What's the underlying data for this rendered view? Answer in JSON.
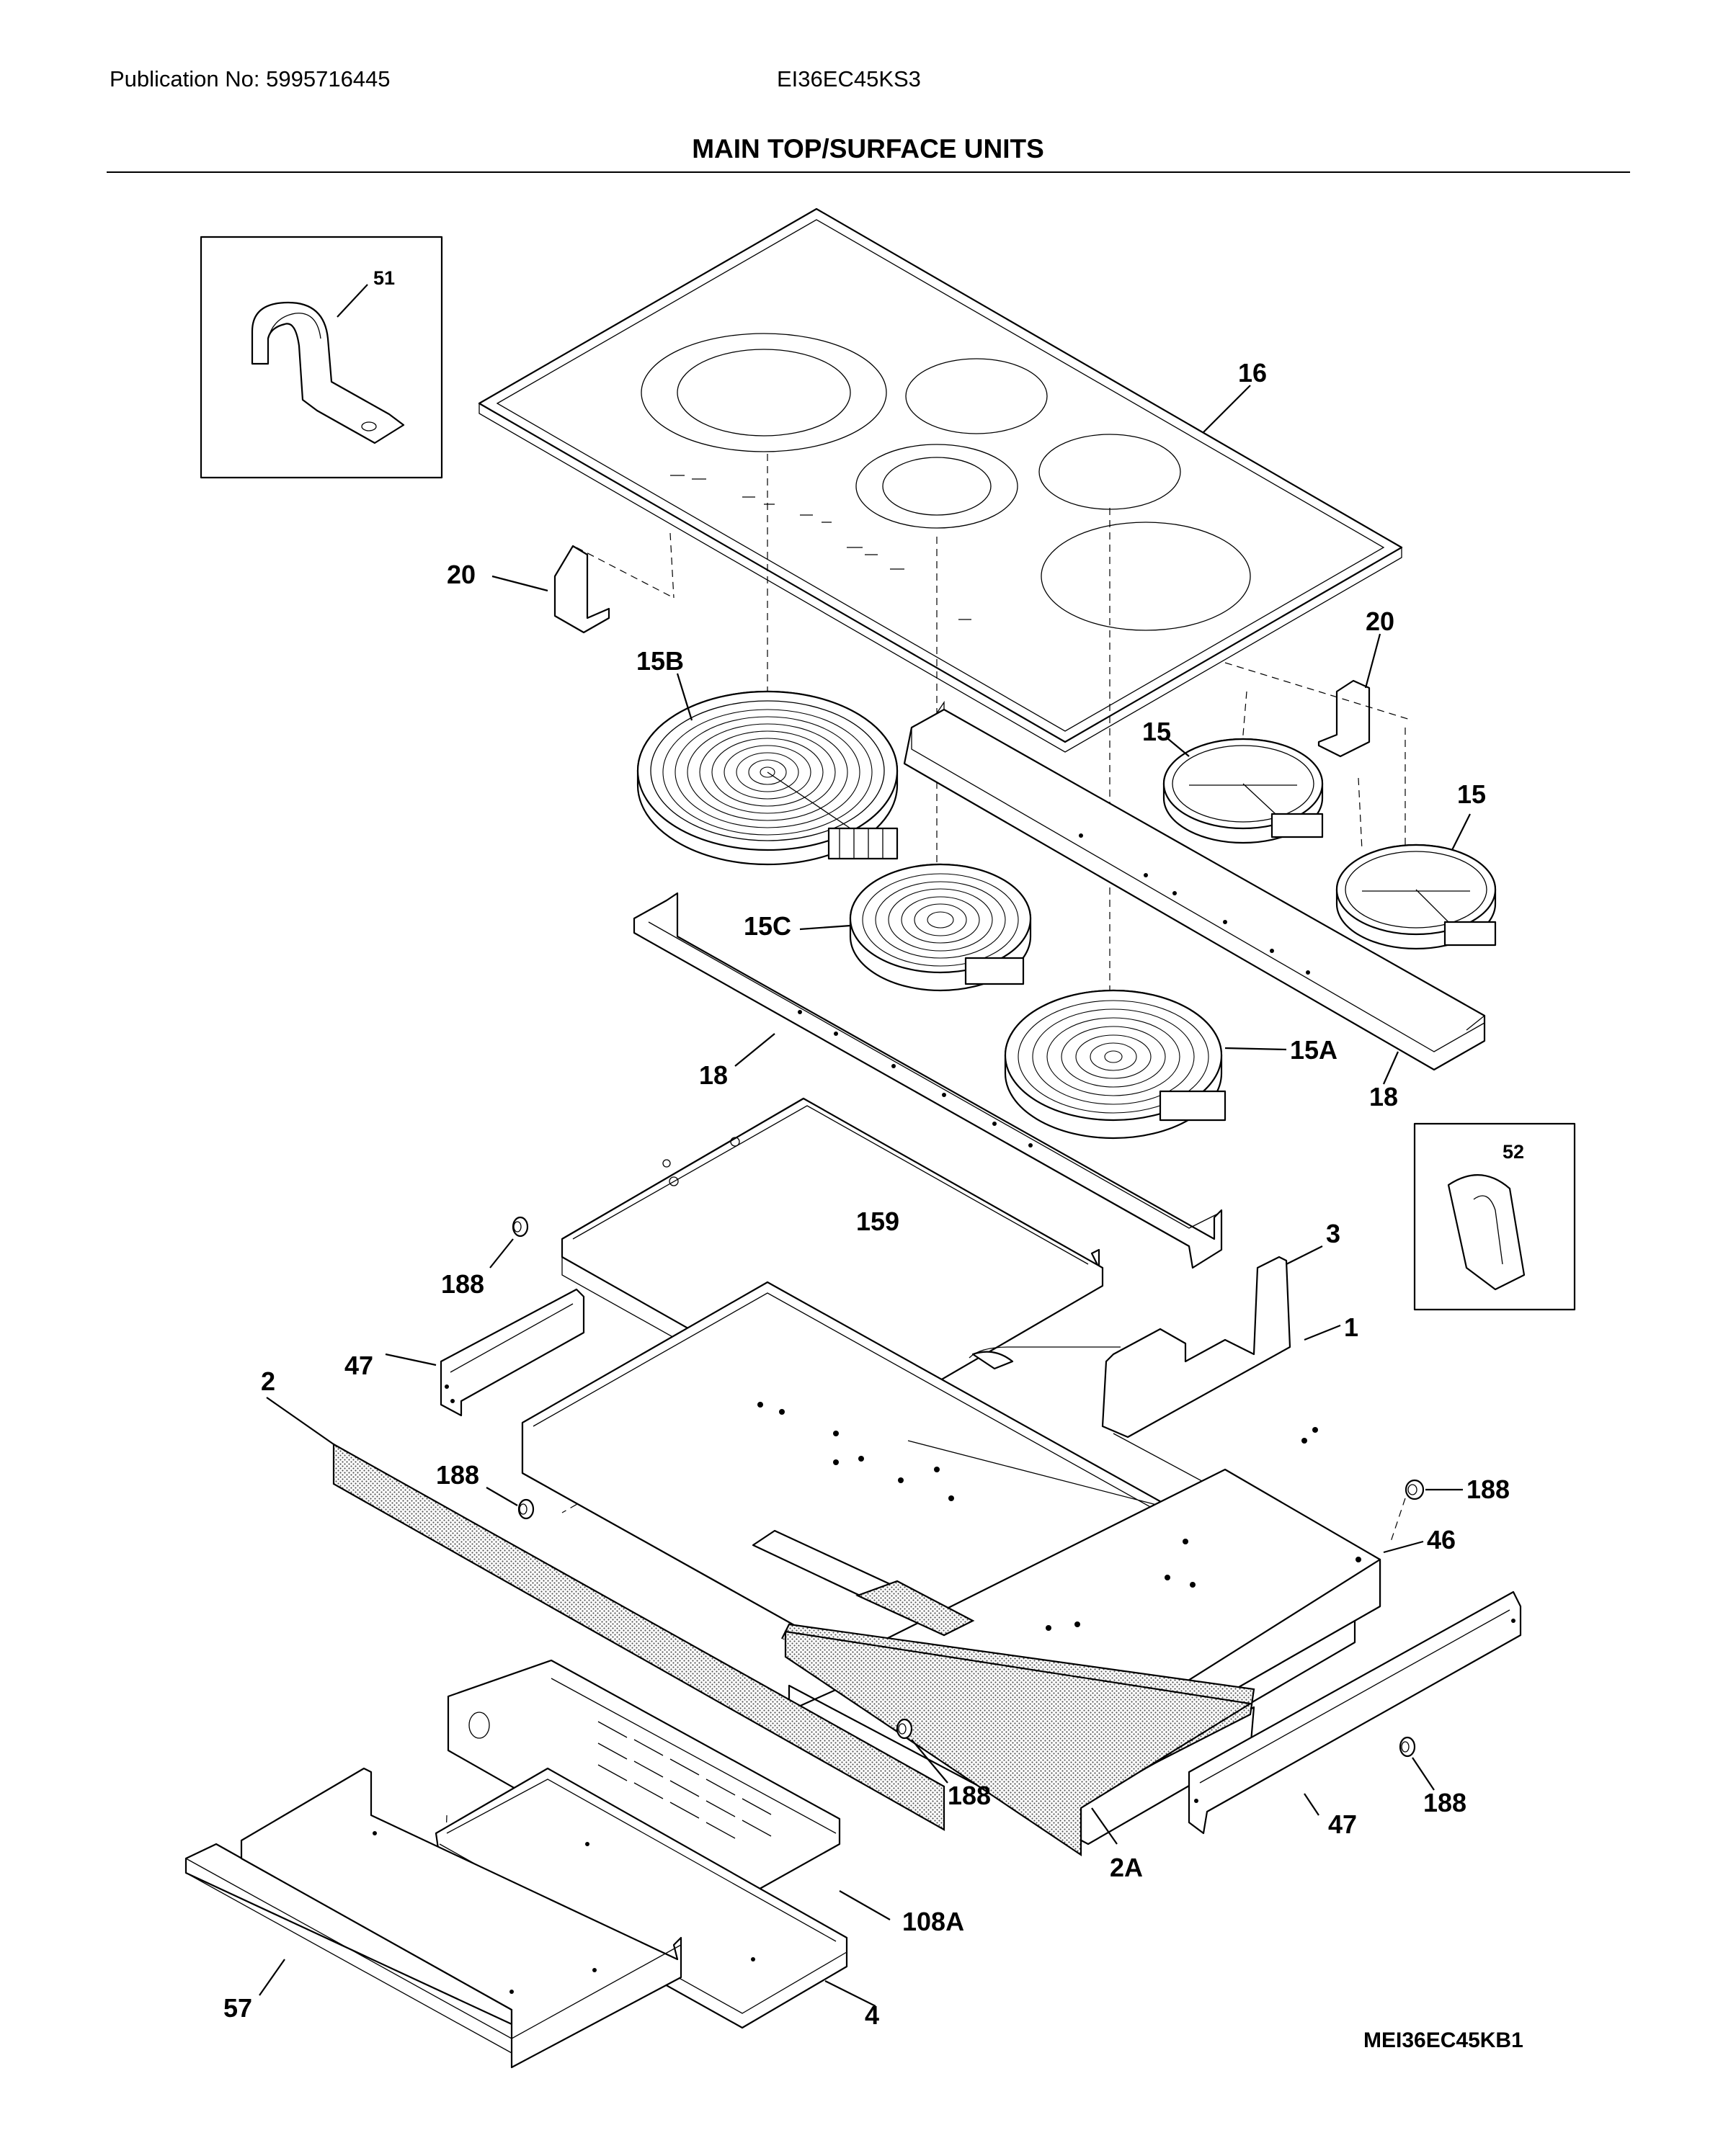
{
  "header": {
    "publication": "Publication No: 5995716445",
    "model": "EI36EC45KS3",
    "title": "MAIN TOP/SURFACE UNITS"
  },
  "footer": {
    "diagram_code": "MEI36EC45KB1"
  },
  "callouts": {
    "c51": "51",
    "c16": "16",
    "c20a": "20",
    "c20b": "20",
    "c15B": "15B",
    "c15a": "15",
    "c15b": "15",
    "c15C": "15C",
    "c15A": "15A",
    "c18a": "18",
    "c18b": "18",
    "c52": "52",
    "c159": "159",
    "c3": "3",
    "c1": "1",
    "c188a": "188",
    "c188b": "188",
    "c188c": "188",
    "c188d": "188",
    "c188e": "188",
    "c47a": "47",
    "c47b": "47",
    "c2": "2",
    "c2A": "2A",
    "c46": "46",
    "c108A": "108A",
    "c57": "57",
    "c4": "4"
  }
}
